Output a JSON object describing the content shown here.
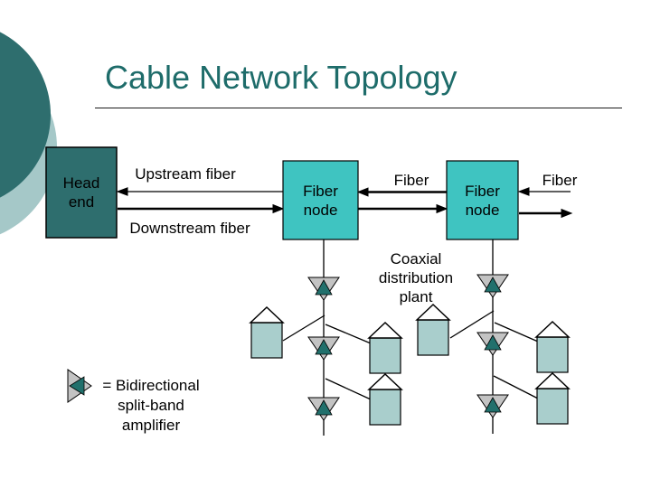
{
  "title": {
    "text": "Cable Network Topology"
  },
  "colors": {
    "background": "#FFFFFF",
    "title": "#1E6C6A",
    "box_dark": "#2E6E6E",
    "box_bright": "#3FC4C1",
    "circle_dark": "#2E6E6E",
    "circle_pale": "#A5C8C8",
    "house": "#A9CECC",
    "roof": "#FFFFFF",
    "amp_outer": "#C3C3C3",
    "amp_inner": "#21706C",
    "line": "#000000"
  },
  "boxes": {
    "head_end": {
      "line1": "Head",
      "line2": "end"
    },
    "fiber_node_left": {
      "line1": "Fiber",
      "line2": "node"
    },
    "fiber_node_right": {
      "line1": "Fiber",
      "line2": "node"
    }
  },
  "link_labels": {
    "upstream": "Upstream fiber",
    "downstream": "Downstream fiber",
    "fiber_between_nodes": "Fiber",
    "fiber_right": "Fiber"
  },
  "annotations": {
    "coaxial": {
      "line1": "Coaxial",
      "line2": "distribution",
      "line3": "plant"
    }
  },
  "legend": {
    "icon": "bidirectional-split-band-amplifier-icon",
    "line1": "= Bidirectional",
    "line2": "split-band",
    "line3": "amplifier"
  }
}
